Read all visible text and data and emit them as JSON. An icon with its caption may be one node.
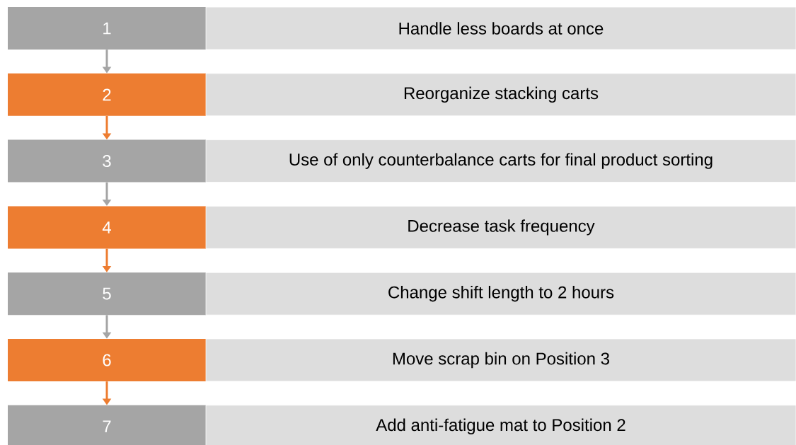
{
  "diagram": {
    "nodes": [
      {
        "text": [
          "1"
        ]
      },
      {
        "text": [
          "Handle less boards at once"
        ]
      },
      {
        "text": [
          "2"
        ]
      },
      {
        "text": [
          "Reorganize stacking carts"
        ]
      },
      {
        "text": [
          "3"
        ]
      },
      {
        "text": [
          "Use of only counterbalance carts for final product sorting"
        ]
      },
      {
        "text": [
          "4"
        ]
      },
      {
        "text": [
          "Decrease task frequency"
        ]
      },
      {
        "text": [
          "5"
        ]
      },
      {
        "text": [
          "Change shift length to 2 hours"
        ]
      },
      {
        "text": [
          "6"
        ]
      },
      {
        "text": [
          "Move scrap bin on Position 3"
        ]
      },
      {
        "text": [
          "7"
        ]
      },
      {
        "text": [
          "Add anti-fatigue mat to Position 2"
        ]
      }
    ],
    "edges": [
      {
        "from": 0,
        "to": 2,
        "arrow": "to",
        "color": "#a5a5a5"
      },
      {
        "from": 2,
        "to": 4,
        "arrow": "to",
        "color": "#ed7d31"
      },
      {
        "from": 4,
        "to": 6,
        "arrow": "to",
        "color": "#a5a5a5"
      },
      {
        "from": 6,
        "to": 8,
        "arrow": "to",
        "color": "#ed7d31"
      },
      {
        "from": 8,
        "to": 10,
        "arrow": "to",
        "color": "#a5a5a5"
      },
      {
        "from": 10,
        "to": 12,
        "arrow": "to",
        "color": "#ed7d31"
      }
    ]
  }
}
